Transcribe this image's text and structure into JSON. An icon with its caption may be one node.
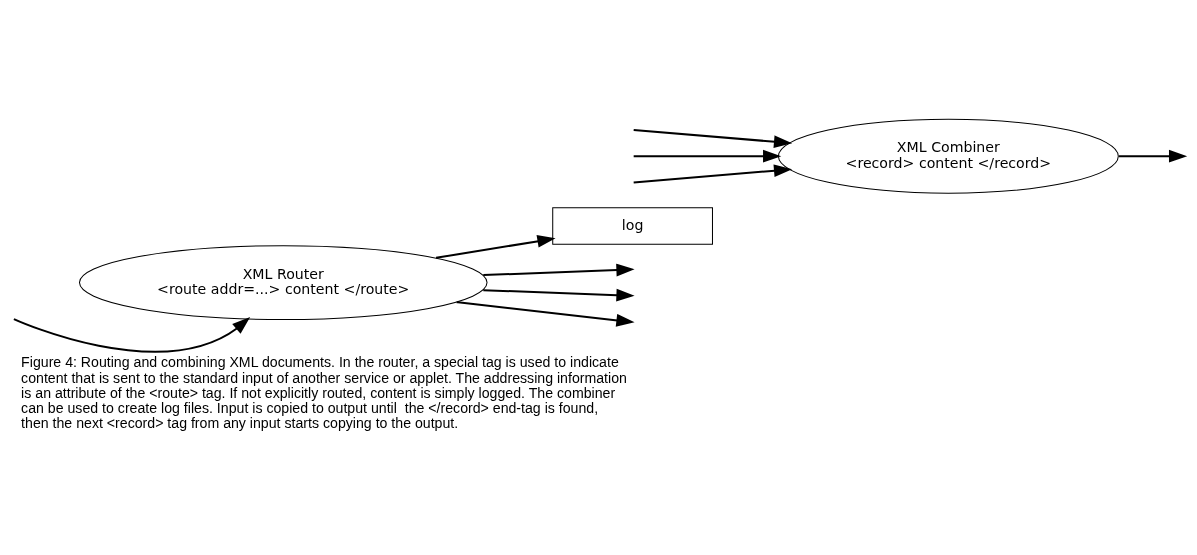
{
  "diagram": {
    "caption": "Figure 4: Routing and combining XML documents. In the router, a special tag is used to indicate content that is sent to the standard input of another service or applet. The addressing information is an attribute of the <route> tag. If not explicitly routed, content is simply logged. The combiner can be used to create log files. Input is copied to output until  the </record> end-tag is found, then the next <record> tag from any input starts copying to the output.",
    "nodes": [
      {
        "text": [
          "XML Router",
          "<route addr=...> content </route>"
        ]
      },
      {
        "text": [
          "XML Combiner",
          "<record> content </record>"
        ]
      },
      {
        "text": [
          "log"
        ]
      }
    ],
    "edges": [
      {
        "from": null,
        "to": 0,
        "arrow": "to"
      },
      {
        "from": 0,
        "to": null,
        "arrow": "to"
      },
      {
        "from": 0,
        "to": null,
        "arrow": "to"
      },
      {
        "from": 0,
        "to": null,
        "arrow": "to"
      },
      {
        "from": null,
        "to": 1,
        "arrow": "to"
      },
      {
        "from": null,
        "to": 1,
        "arrow": "to"
      },
      {
        "from": null,
        "to": 1,
        "arrow": "to"
      },
      {
        "from": 1,
        "to": null,
        "arrow": "to"
      },
      {
        "from": 0,
        "to": 2,
        "arrow": "to"
      }
    ]
  }
}
